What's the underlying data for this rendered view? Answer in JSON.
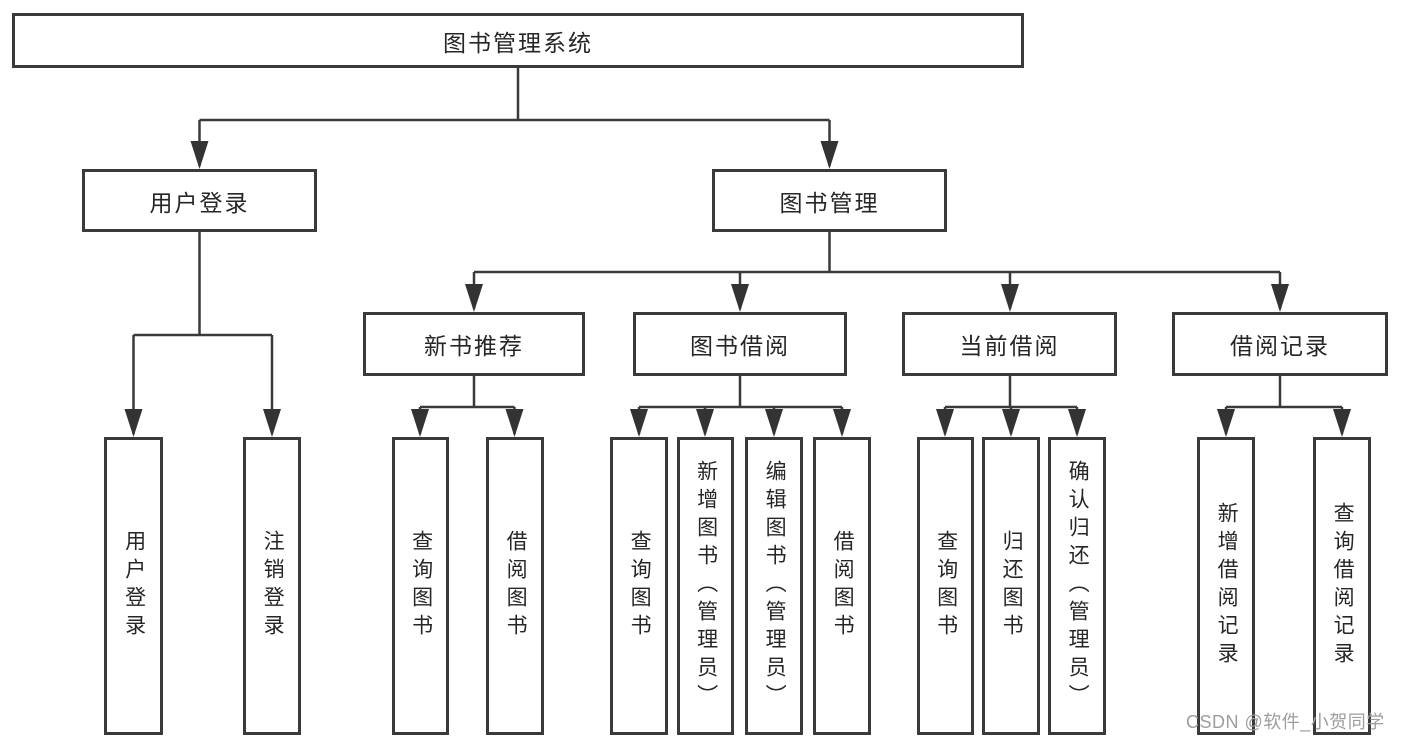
{
  "diagram": {
    "root": "图书管理系统",
    "branches": {
      "user_login": {
        "label": "用户登录",
        "children": {
          "login": "用户登录",
          "logout": "注销登录"
        }
      },
      "book_management": {
        "label": "图书管理",
        "children": {
          "new_book_recommendation": {
            "label": "新书推荐",
            "children": {
              "search_books": "查询图书",
              "borrow_books": "借阅图书"
            }
          },
          "book_borrowing": {
            "label": "图书借阅",
            "children": {
              "search_books": "查询图书",
              "add_books": "新增图书（管理员）",
              "edit_books": "编辑图书（管理员）",
              "borrow_books": "借阅图书"
            }
          },
          "current_borrowing": {
            "label": "当前借阅",
            "children": {
              "search_books": "查询图书",
              "return_books": "归还图书",
              "confirm_return": "确认归还（管理员）"
            }
          },
          "borrowing_records": {
            "label": "借阅记录",
            "children": {
              "add_record": "新增借阅记录",
              "search_record": "查询借阅记录"
            }
          }
        }
      }
    }
  },
  "watermark": "CSDN @软件_小贺同学",
  "colors": {
    "line": "#3a3a3a",
    "box_border": "#3a3a3a",
    "text": "#262626",
    "arrow": "#333333",
    "watermark": "#9d9d9d",
    "background": "#ffffff"
  }
}
